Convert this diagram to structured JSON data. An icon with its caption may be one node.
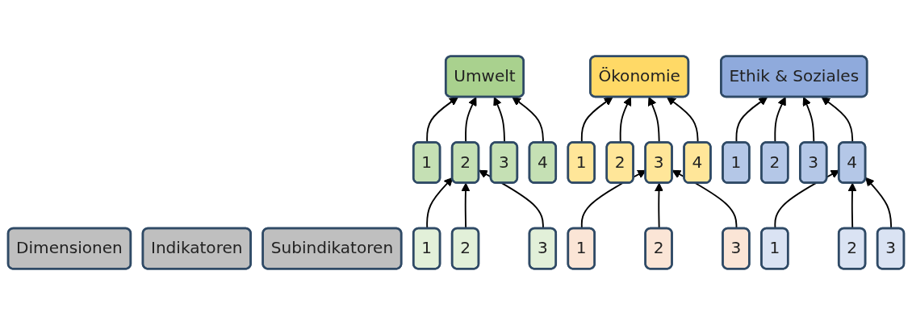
{
  "diagram": {
    "nodes": [
      {
        "text": [
          "Dimensionen"
        ]
      },
      {
        "text": [
          "Umwelt"
        ]
      },
      {
        "text": [
          "Ökonomie"
        ]
      },
      {
        "text": [
          "Ethik & Soziales"
        ]
      },
      {
        "text": [
          "Indikatoren"
        ]
      },
      {
        "text": [
          "1"
        ]
      },
      {
        "text": [
          "2"
        ]
      },
      {
        "text": [
          "3"
        ]
      },
      {
        "text": [
          "4"
        ]
      },
      {
        "text": [
          "1"
        ]
      },
      {
        "text": [
          "2"
        ]
      },
      {
        "text": [
          "3"
        ]
      },
      {
        "text": [
          "4"
        ]
      },
      {
        "text": [
          "1"
        ]
      },
      {
        "text": [
          "2"
        ]
      },
      {
        "text": [
          "3"
        ]
      },
      {
        "text": [
          "4"
        ]
      },
      {
        "text": [
          "Subindikatoren"
        ]
      },
      {
        "text": [
          "1"
        ]
      },
      {
        "text": [
          "2"
        ]
      },
      {
        "text": [
          "3"
        ]
      },
      {
        "text": [
          "1"
        ]
      },
      {
        "text": [
          "2"
        ]
      },
      {
        "text": [
          "3"
        ]
      },
      {
        "text": [
          "1"
        ]
      },
      {
        "text": [
          "2"
        ]
      },
      {
        "text": [
          "3"
        ]
      }
    ],
    "edges": [
      {
        "from": 5,
        "to": 1,
        "arrow": "to"
      },
      {
        "from": 6,
        "to": 1,
        "arrow": "to"
      },
      {
        "from": 7,
        "to": 1,
        "arrow": "to"
      },
      {
        "from": 8,
        "to": 1,
        "arrow": "to"
      },
      {
        "from": 9,
        "to": 2,
        "arrow": "to"
      },
      {
        "from": 10,
        "to": 2,
        "arrow": "to"
      },
      {
        "from": 11,
        "to": 2,
        "arrow": "to"
      },
      {
        "from": 12,
        "to": 2,
        "arrow": "to"
      },
      {
        "from": 13,
        "to": 3,
        "arrow": "to"
      },
      {
        "from": 14,
        "to": 3,
        "arrow": "to"
      },
      {
        "from": 15,
        "to": 3,
        "arrow": "to"
      },
      {
        "from": 16,
        "to": 3,
        "arrow": "to"
      },
      {
        "from": 18,
        "to": 6,
        "arrow": "to"
      },
      {
        "from": 19,
        "to": 6,
        "arrow": "to"
      },
      {
        "from": 20,
        "to": 6,
        "arrow": "to"
      },
      {
        "from": 21,
        "to": 11,
        "arrow": "to"
      },
      {
        "from": 22,
        "to": 11,
        "arrow": "to"
      },
      {
        "from": 23,
        "to": 11,
        "arrow": "to"
      },
      {
        "from": 24,
        "to": 16,
        "arrow": "to"
      },
      {
        "from": 25,
        "to": 16,
        "arrow": "to"
      },
      {
        "from": 26,
        "to": 16,
        "arrow": "to"
      }
    ]
  }
}
